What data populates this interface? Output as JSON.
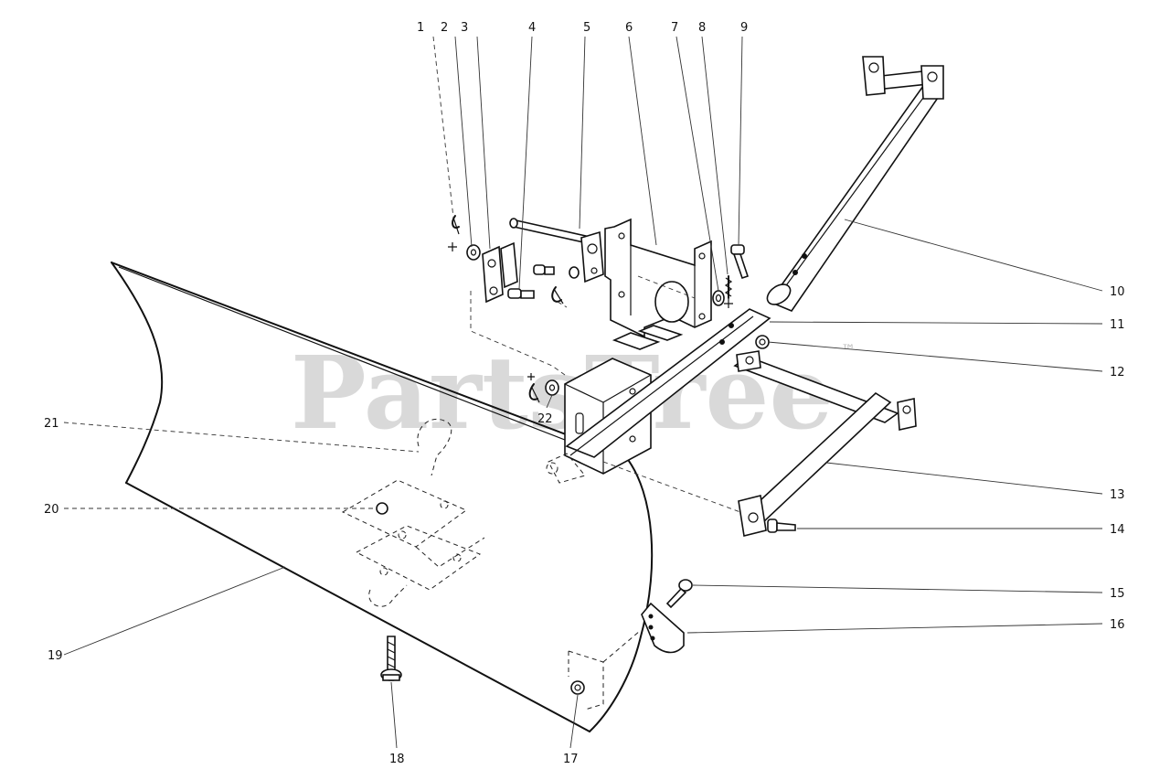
{
  "watermark": {
    "text": "PartsTree",
    "trademark": "™"
  },
  "callouts": [
    "1",
    "2",
    "3",
    "4",
    "5",
    "6",
    "7",
    "8",
    "9",
    "10",
    "11",
    "12",
    "13",
    "14",
    "15",
    "16",
    "17",
    "18",
    "19",
    "20",
    "21",
    "22"
  ]
}
